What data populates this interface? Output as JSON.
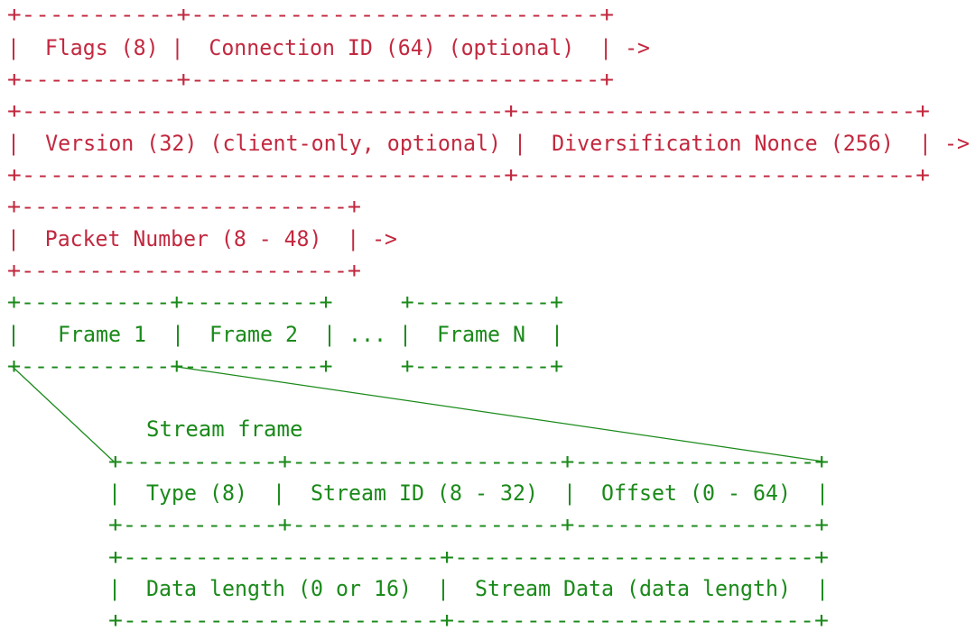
{
  "colors": {
    "header": "#c2283f",
    "frames": "#1a8a1a"
  },
  "diagram": {
    "lines": [
      {
        "id": "r01",
        "color": "header",
        "text": "+-----------+-----------------------------+"
      },
      {
        "id": "r02",
        "color": "header",
        "text": "|  Flags (8) |  Connection ID (64) (optional)  | ->"
      },
      {
        "id": "r03",
        "color": "header",
        "text": "+-----------+-----------------------------+"
      },
      {
        "id": "r04",
        "color": "header",
        "text": "+----------------------------------+----------------------------+"
      },
      {
        "id": "r05",
        "color": "header",
        "text": "|  Version (32) (client-only, optional) |  Diversification Nonce (256)  | ->"
      },
      {
        "id": "r06",
        "color": "header",
        "text": "+----------------------------------+----------------------------+"
      },
      {
        "id": "r07",
        "color": "header",
        "text": "+------------------------+"
      },
      {
        "id": "r08",
        "color": "header",
        "text": "|  Packet Number (8 - 48)  | ->"
      },
      {
        "id": "r09",
        "color": "header",
        "text": "+------------------------+"
      },
      {
        "id": "g01",
        "color": "frames",
        "text": "+-----------+----------+     +----------+"
      },
      {
        "id": "g02",
        "color": "frames",
        "text": "|   Frame 1  |  Frame 2  | ... |  Frame N  |"
      },
      {
        "id": "g03",
        "color": "frames",
        "text": "+-----------+----------+     +----------+"
      },
      {
        "id": "g04",
        "color": "frames",
        "text": "Stream frame"
      },
      {
        "id": "g05",
        "color": "frames",
        "text": "+-----------+-------------------+-----------------+"
      },
      {
        "id": "g06",
        "color": "frames",
        "text": "|  Type (8)  |  Stream ID (8 - 32)  |  Offset (0 - 64)  |"
      },
      {
        "id": "g07",
        "color": "frames",
        "text": "+-----------+-------------------+-----------------+"
      },
      {
        "id": "g08",
        "color": "frames",
        "text": "+----------------------+-------------------------+"
      },
      {
        "id": "g09",
        "color": "frames",
        "text": "|  Data length (0 or 16)  |  Stream Data (data length)  |"
      },
      {
        "id": "g10",
        "color": "frames",
        "text": "+----------------------+-------------------------+"
      }
    ]
  }
}
